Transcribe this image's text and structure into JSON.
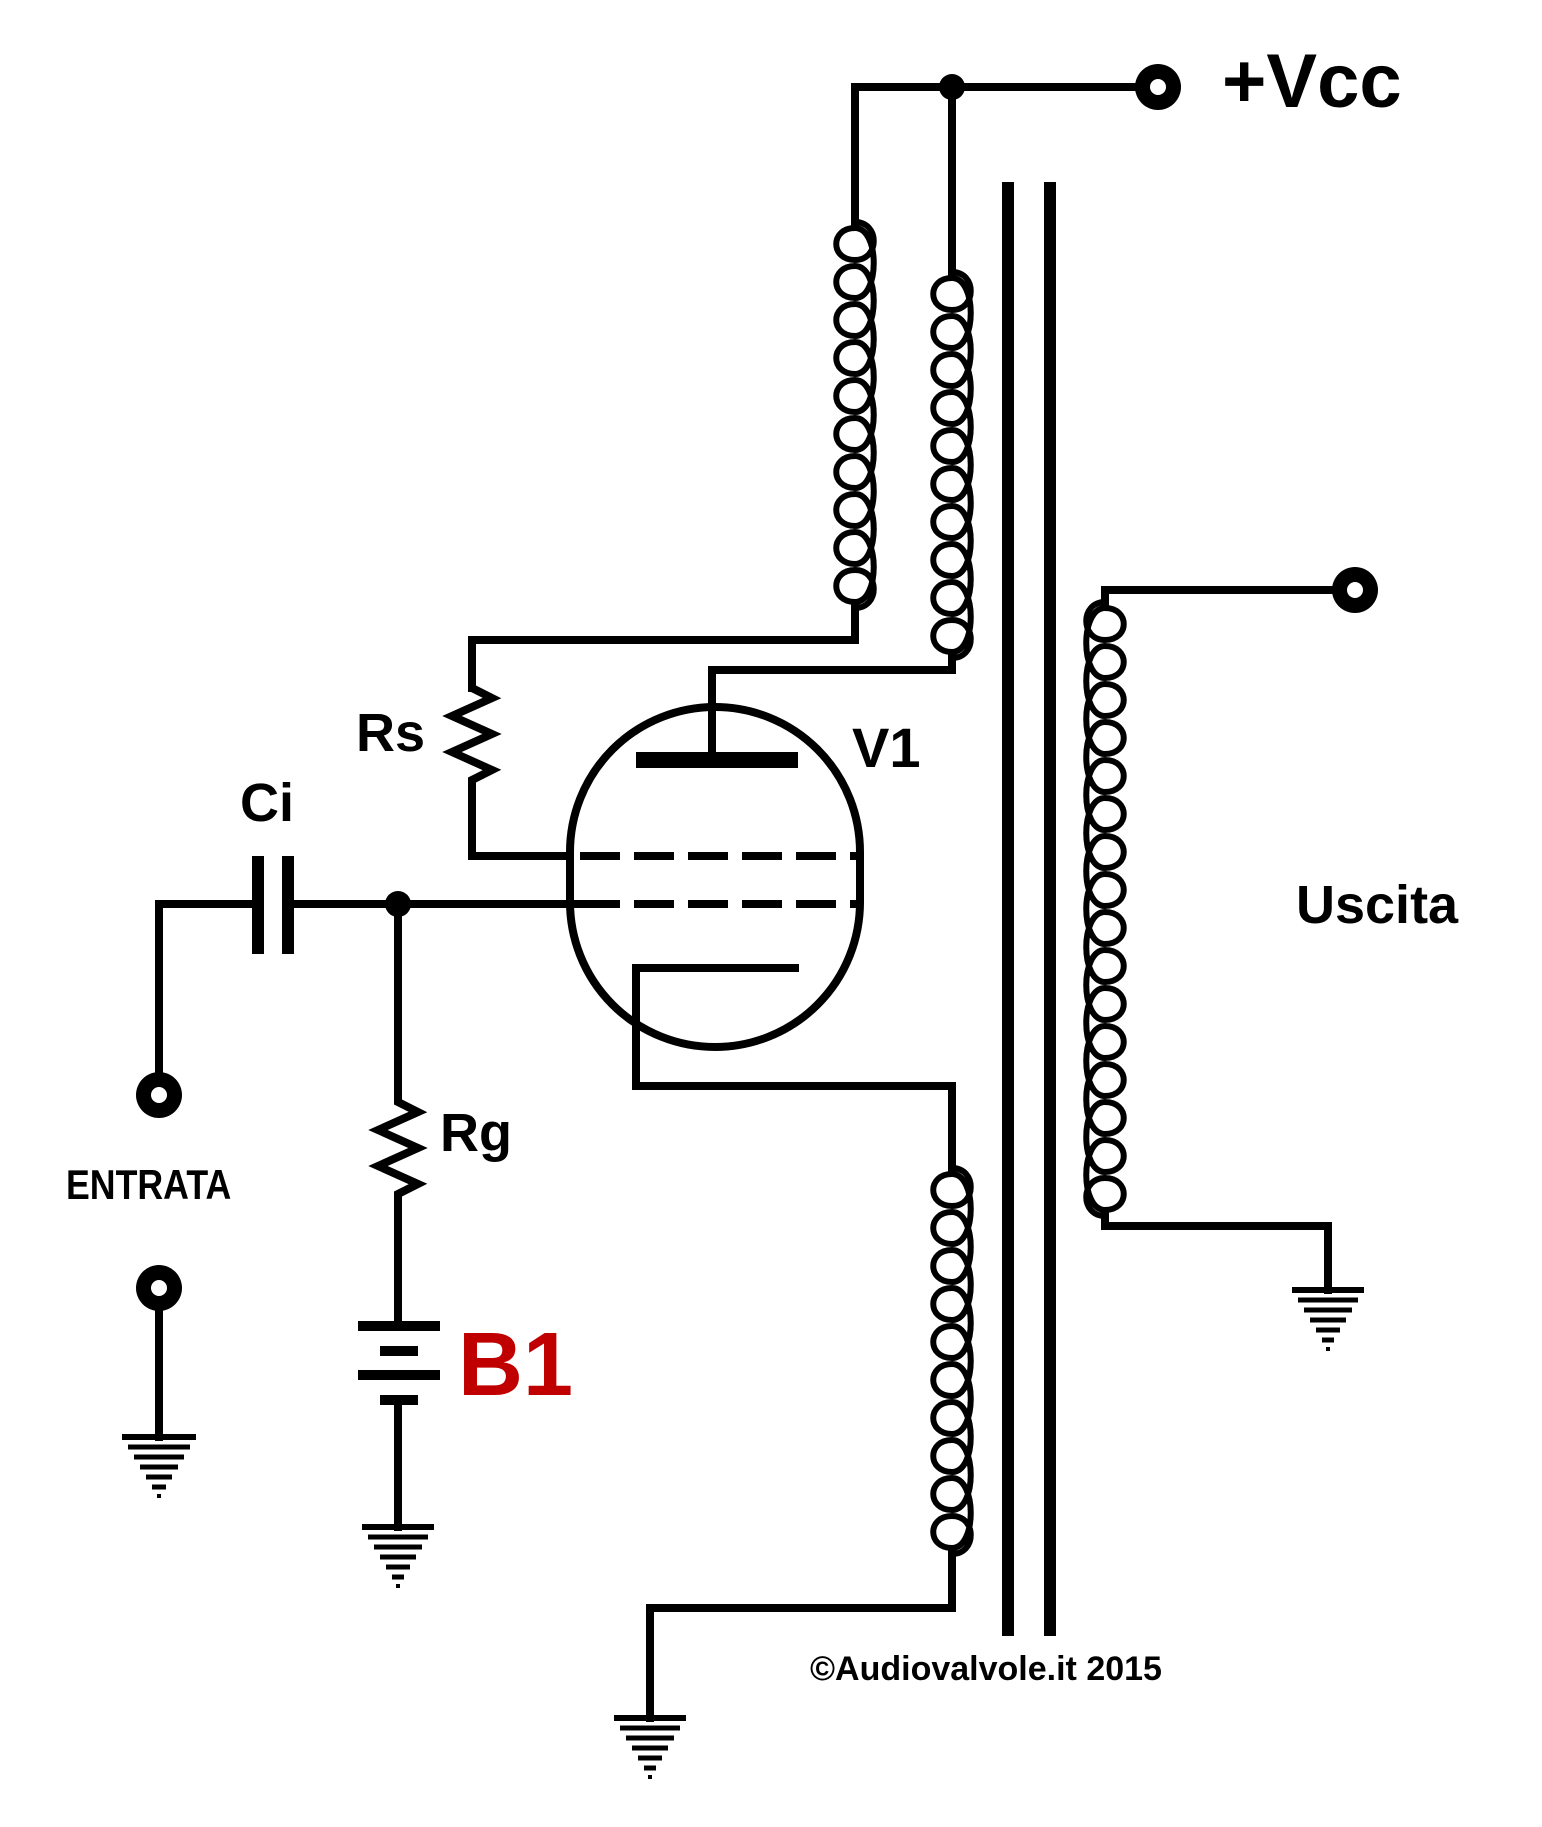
{
  "labels": {
    "vcc": "+Vcc",
    "v1": "V1",
    "rs": "Rs",
    "ci": "Ci",
    "rg": "Rg",
    "b1": "B1",
    "entrata": "ENTRATA",
    "uscita": "Uscita",
    "copyright": "©Audiovalvole.it 2015"
  },
  "colors": {
    "ink": "#000000",
    "b1_label": "#c00000"
  }
}
